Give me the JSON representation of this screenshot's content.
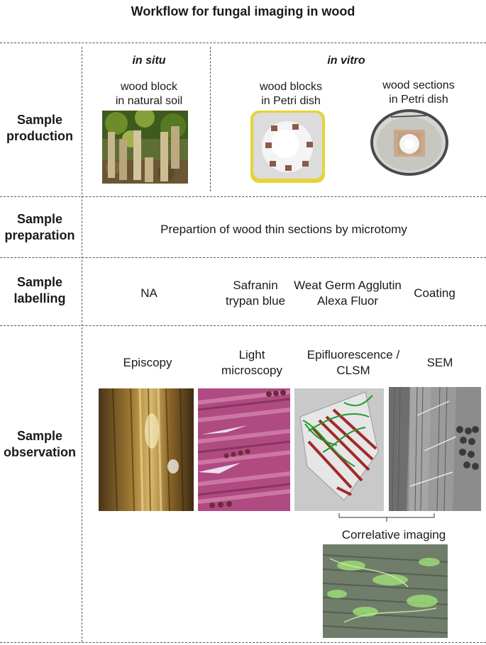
{
  "title": "Workflow for fungal imaging in wood",
  "rows": {
    "production": "Sample\nproduction",
    "preparation": "Sample\npreparation",
    "labelling": "Sample\nlabelling",
    "observation": "Sample\nobservation"
  },
  "production": {
    "in_situ_heading": "in situ",
    "in_vitro_heading": "in vitro",
    "wood_block_soil": "wood block\nin natural soil",
    "wood_blocks_petri": "wood blocks\nin Petri dish",
    "wood_sections_petri": "wood sections\nin Petri dish"
  },
  "preparation": {
    "text": "Prepartion of wood thin sections by microtomy"
  },
  "labelling": {
    "na": "NA",
    "safranin": "Safranin\ntrypan blue",
    "wga": "Weat Germ Agglutin\nAlexa Fluor",
    "coating": "Coating"
  },
  "observation": {
    "episcopy": "Episcopy",
    "light": "Light\nmicroscopy",
    "epi": "Epifluorescence /\nCLSM",
    "sem": "SEM",
    "correlative": "Correlative imaging"
  }
}
